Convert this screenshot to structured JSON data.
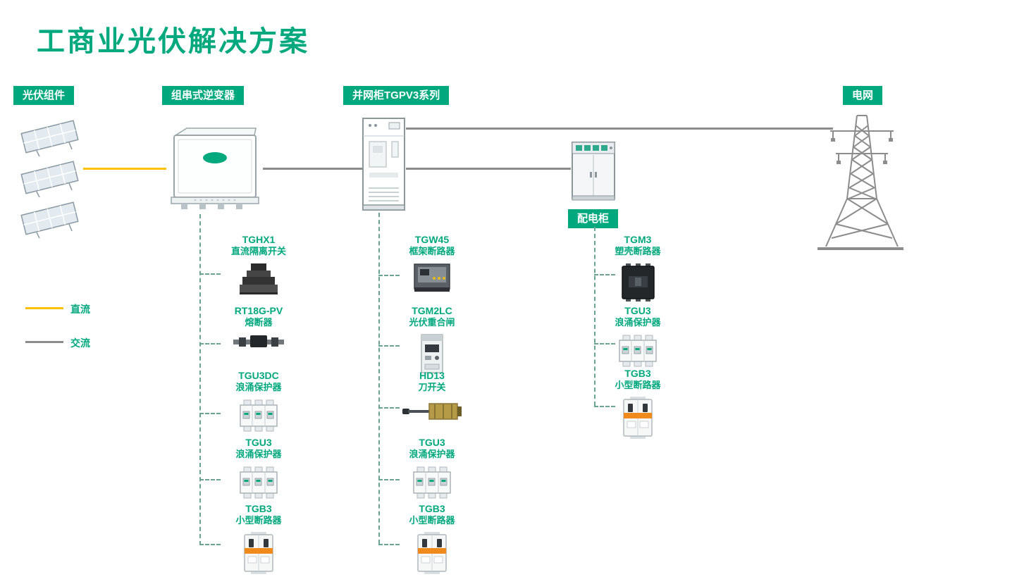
{
  "title": "工商业光伏解决方案",
  "colors": {
    "brand_green": "#00A87E",
    "dc_line": "#FFC000",
    "ac_line": "#8C8C8C",
    "dashed_connector": "#6BA493"
  },
  "labels": {
    "pv_modules": "光伏组件",
    "string_inverter": "组串式逆变器",
    "grid_cabinet": "并网柜TGPV3系列",
    "grid": "电网",
    "distribution_cabinet": "配电柜"
  },
  "legend": {
    "dc": "直流",
    "ac": "交流"
  },
  "columns": [
    {
      "name": "inverter-dc-side-components",
      "items": [
        {
          "model": "TGHX1",
          "desc": "直流隔离开关"
        },
        {
          "model": "RT18G-PV",
          "desc": "熔断器"
        },
        {
          "model": "TGU3DC",
          "desc": "浪涌保护器"
        },
        {
          "model": "TGU3",
          "desc": "浪涌保护器"
        },
        {
          "model": "TGB3",
          "desc": "小型断路器"
        }
      ]
    },
    {
      "name": "grid-cabinet-components",
      "items": [
        {
          "model": "TGW45",
          "desc": "框架断路器"
        },
        {
          "model": "TGM2LC",
          "desc": "光伏重合闸"
        },
        {
          "model": "HD13",
          "desc": "刀开关"
        },
        {
          "model": "TGU3",
          "desc": "浪涌保护器"
        },
        {
          "model": "TGB3",
          "desc": "小型断路器"
        }
      ]
    },
    {
      "name": "distribution-cabinet-components",
      "items": [
        {
          "model": "TGM3",
          "desc": "塑壳断路器"
        },
        {
          "model": "TGU3",
          "desc": "浪涌保护器"
        },
        {
          "model": "TGB3",
          "desc": "小型断路器"
        }
      ]
    }
  ]
}
